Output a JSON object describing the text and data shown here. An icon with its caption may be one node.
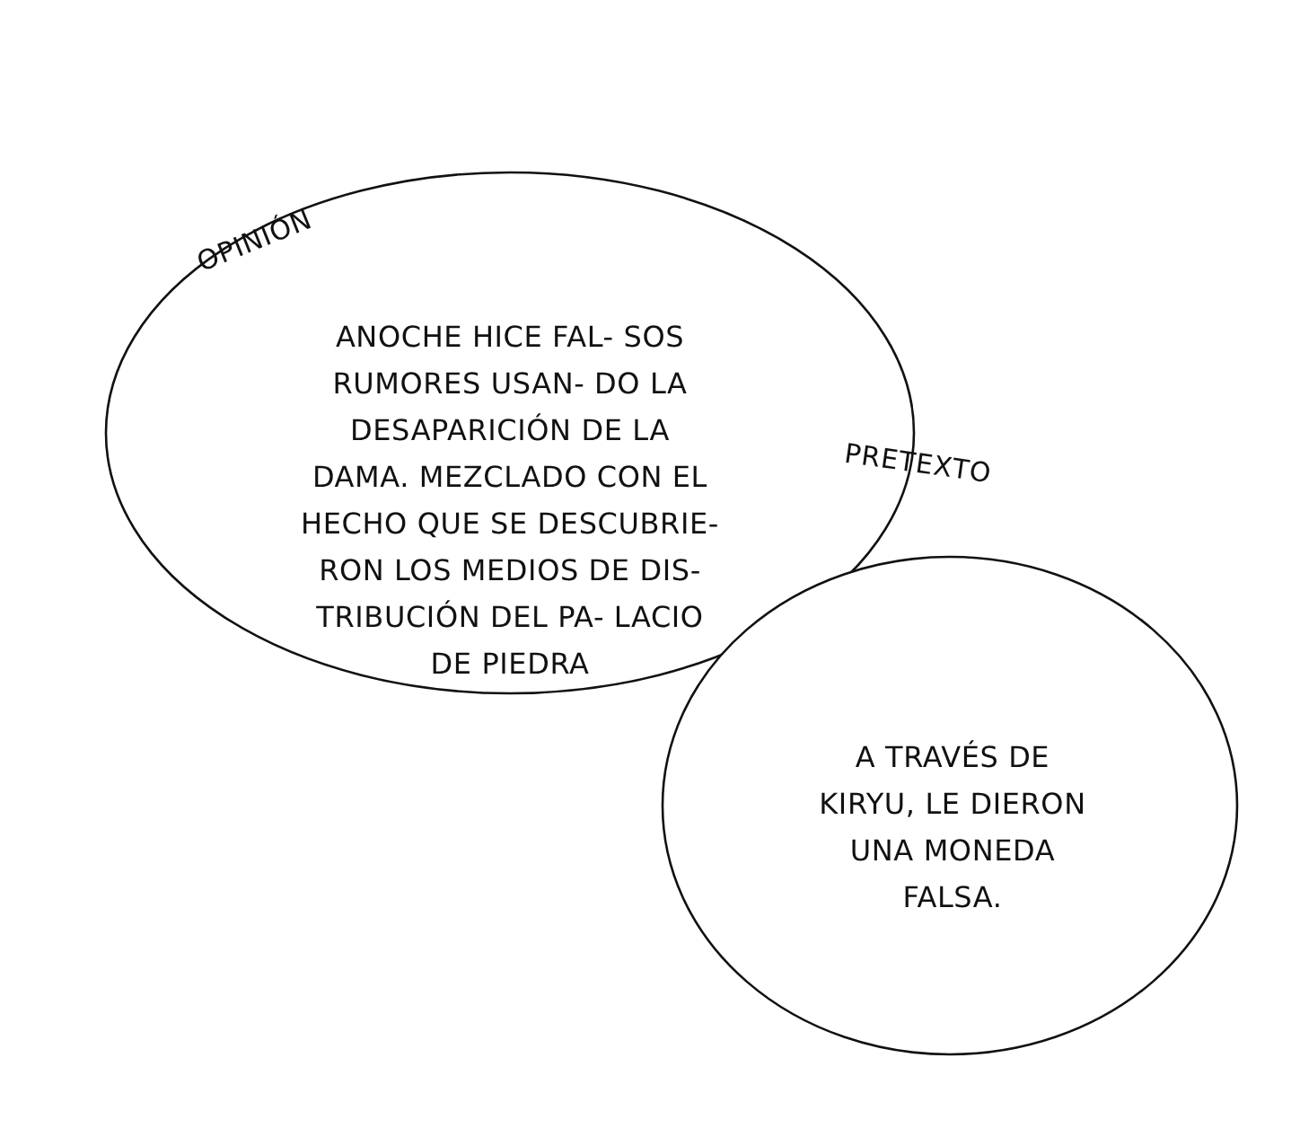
{
  "diagram": {
    "nodes": [
      {
        "text": [
          "OPINIÓN",
          "ANOCHE HICE FAL- SOS RUMORES USAN- DO LA DESAPARICIÓN DE LA DAMA. MEZCLADO CON EL HECHO QUE SE DESCUBRIE- RON LOS MEDIOS DE DIS- TRIBUCIÓN DEL PA- LACIO DE PIEDRA"
        ]
      },
      {
        "text": [
          "PRETEXTO",
          "A TRAVÉS DE KIRYU, LE DIERON UNA MONEDA FALSA."
        ]
      }
    ]
  }
}
